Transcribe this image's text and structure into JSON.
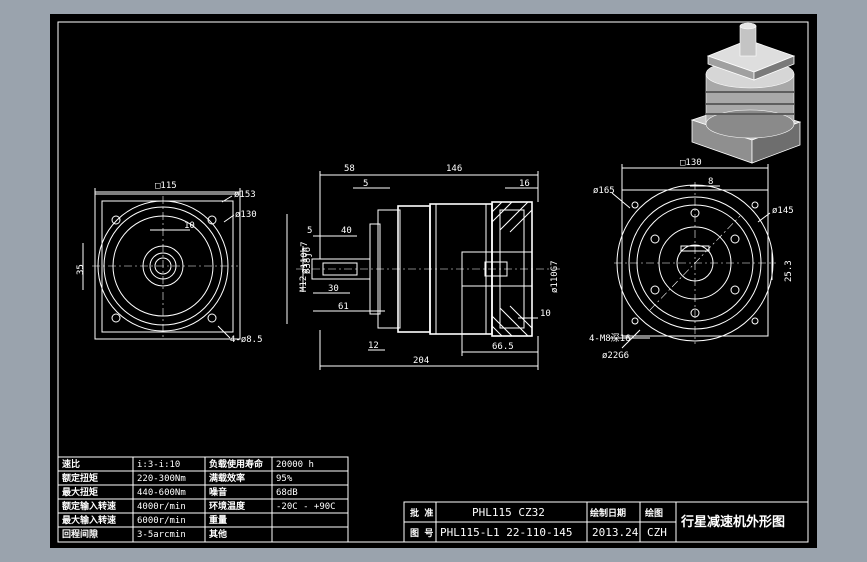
{
  "drawing": {
    "sheet": {
      "background": "#000000",
      "line_color": "#ffffff",
      "outer_color": "#9aa3ad"
    }
  },
  "left_view": {
    "square": "□115",
    "d_outer": "ø153",
    "d_pitch": "ø130",
    "key": "10",
    "height": "35",
    "holes": "4-ø8.5"
  },
  "front_view": {
    "d58": "58",
    "d146": "146",
    "d5a": "5",
    "d16": "16",
    "d5b": "5",
    "d40": "40",
    "d110": "ø110h7",
    "d38": "ø38j6",
    "m": "M12",
    "d30": "30",
    "d61": "61",
    "d12": "12",
    "d204": "204",
    "d665": "66.5",
    "d10": "10",
    "d110g7": "ø110G7"
  },
  "right_view": {
    "square": "□130",
    "d8": "8",
    "d165": "ø165",
    "d145": "ø145",
    "d253": "25.3",
    "holes": "4-M8深16",
    "d22": "ø22G6"
  },
  "spec_table": {
    "rows": [
      [
        "速比",
        "i:3-i:10",
        "负载使用寿命",
        "20000 h"
      ],
      [
        "额定扭矩",
        "220-300Nm",
        "满载效率",
        "95%"
      ],
      [
        "最大扭矩",
        "440-600Nm",
        "噪音",
        "68dB"
      ],
      [
        "额定输入转速",
        "4000r/min",
        "环境温度",
        "-20C - +90C"
      ],
      [
        "最大输入转速",
        "6000r/min",
        "重量",
        ""
      ],
      [
        "回程间隙",
        "3-5arcmin",
        "其他",
        ""
      ]
    ]
  },
  "title_block": {
    "r1_label": "批 准",
    "r1_value": "PHL115 CZ32",
    "r1_check": "绘制日期",
    "r1_drawn": "绘图",
    "r2_label": "图 号",
    "r2_value": "PHL115-L1 22-110-145",
    "r2_date": "2013.24",
    "r2_author": "CZH",
    "title": "行星减速机外形图"
  }
}
